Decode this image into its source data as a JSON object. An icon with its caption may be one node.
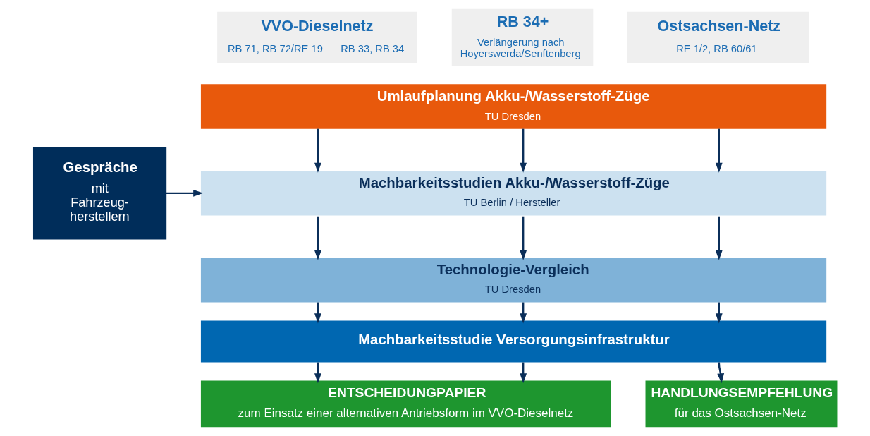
{
  "diagram": {
    "nodes": [
      {
        "text": [
          "VVO-Dieselnetz",
          "RB 71, RB 72/RE 19",
          "RB 33, RB 34"
        ]
      },
      {
        "text": [
          "RB 34+",
          "Verlängerung nach Hoyerswerda/Senftenberg"
        ]
      },
      {
        "text": [
          "Ostsachsen-Netz",
          "RE 1/2, RB 60/61"
        ]
      },
      {
        "text": [
          "Gespräche",
          "mit Fahrzeug- herstellern"
        ]
      },
      {
        "text": [
          "Umlaufplanung Akku-/Wasserstoff-Züge",
          "TU Dresden"
        ]
      },
      {
        "text": [
          "Machbarkeitsstudien Akku-/Wasserstoff-Züge",
          "TU Berlin / Hersteller"
        ]
      },
      {
        "text": [
          "Technologie-Vergleich",
          "TU Dresden"
        ]
      },
      {
        "text": [
          "Machbarkeitsstudie Versorgungsinfrastruktur"
        ]
      },
      {
        "text": [
          "ENTSCHEIDUNGPAPIER",
          "zum Einsatz einer alternativen Antriebsform im VVO-Dieselnetz"
        ]
      },
      {
        "text": [
          "HANDLUNGSEMPFEHLUNG",
          "für das Ostsachsen-Netz"
        ]
      }
    ],
    "edges": [
      {
        "from": 4,
        "to": 5,
        "arrow": "to"
      },
      {
        "from": 4,
        "to": 5,
        "arrow": "to"
      },
      {
        "from": 4,
        "to": 5,
        "arrow": "to"
      },
      {
        "from": 3,
        "to": 5,
        "arrow": "to"
      },
      {
        "from": 5,
        "to": 6,
        "arrow": "to"
      },
      {
        "from": 5,
        "to": 6,
        "arrow": "to"
      },
      {
        "from": 5,
        "to": 6,
        "arrow": "to"
      },
      {
        "from": 6,
        "to": 7,
        "arrow": "to"
      },
      {
        "from": 6,
        "to": 7,
        "arrow": "to"
      },
      {
        "from": 6,
        "to": 7,
        "arrow": "to"
      },
      {
        "from": 7,
        "to": 8,
        "arrow": "to"
      },
      {
        "from": 7,
        "to": 8,
        "arrow": "to"
      },
      {
        "from": 7,
        "to": 9,
        "arrow": "to"
      }
    ]
  }
}
